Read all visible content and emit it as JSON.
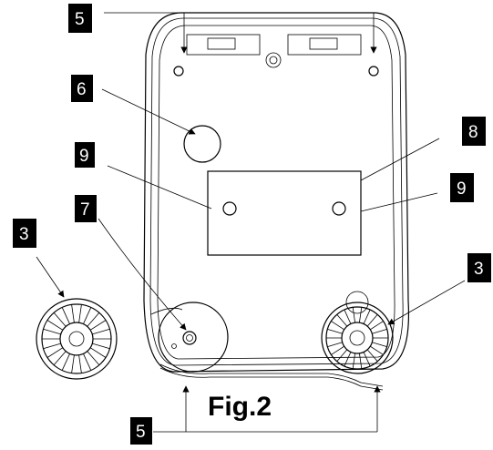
{
  "caption": "Fig.2",
  "callouts": {
    "top_left_5": "5",
    "left_6": "6",
    "left_9": "9",
    "left_7": "7",
    "left_3": "3",
    "right_8": "8",
    "right_9": "9",
    "right_3": "3",
    "bottom_5": "5"
  }
}
